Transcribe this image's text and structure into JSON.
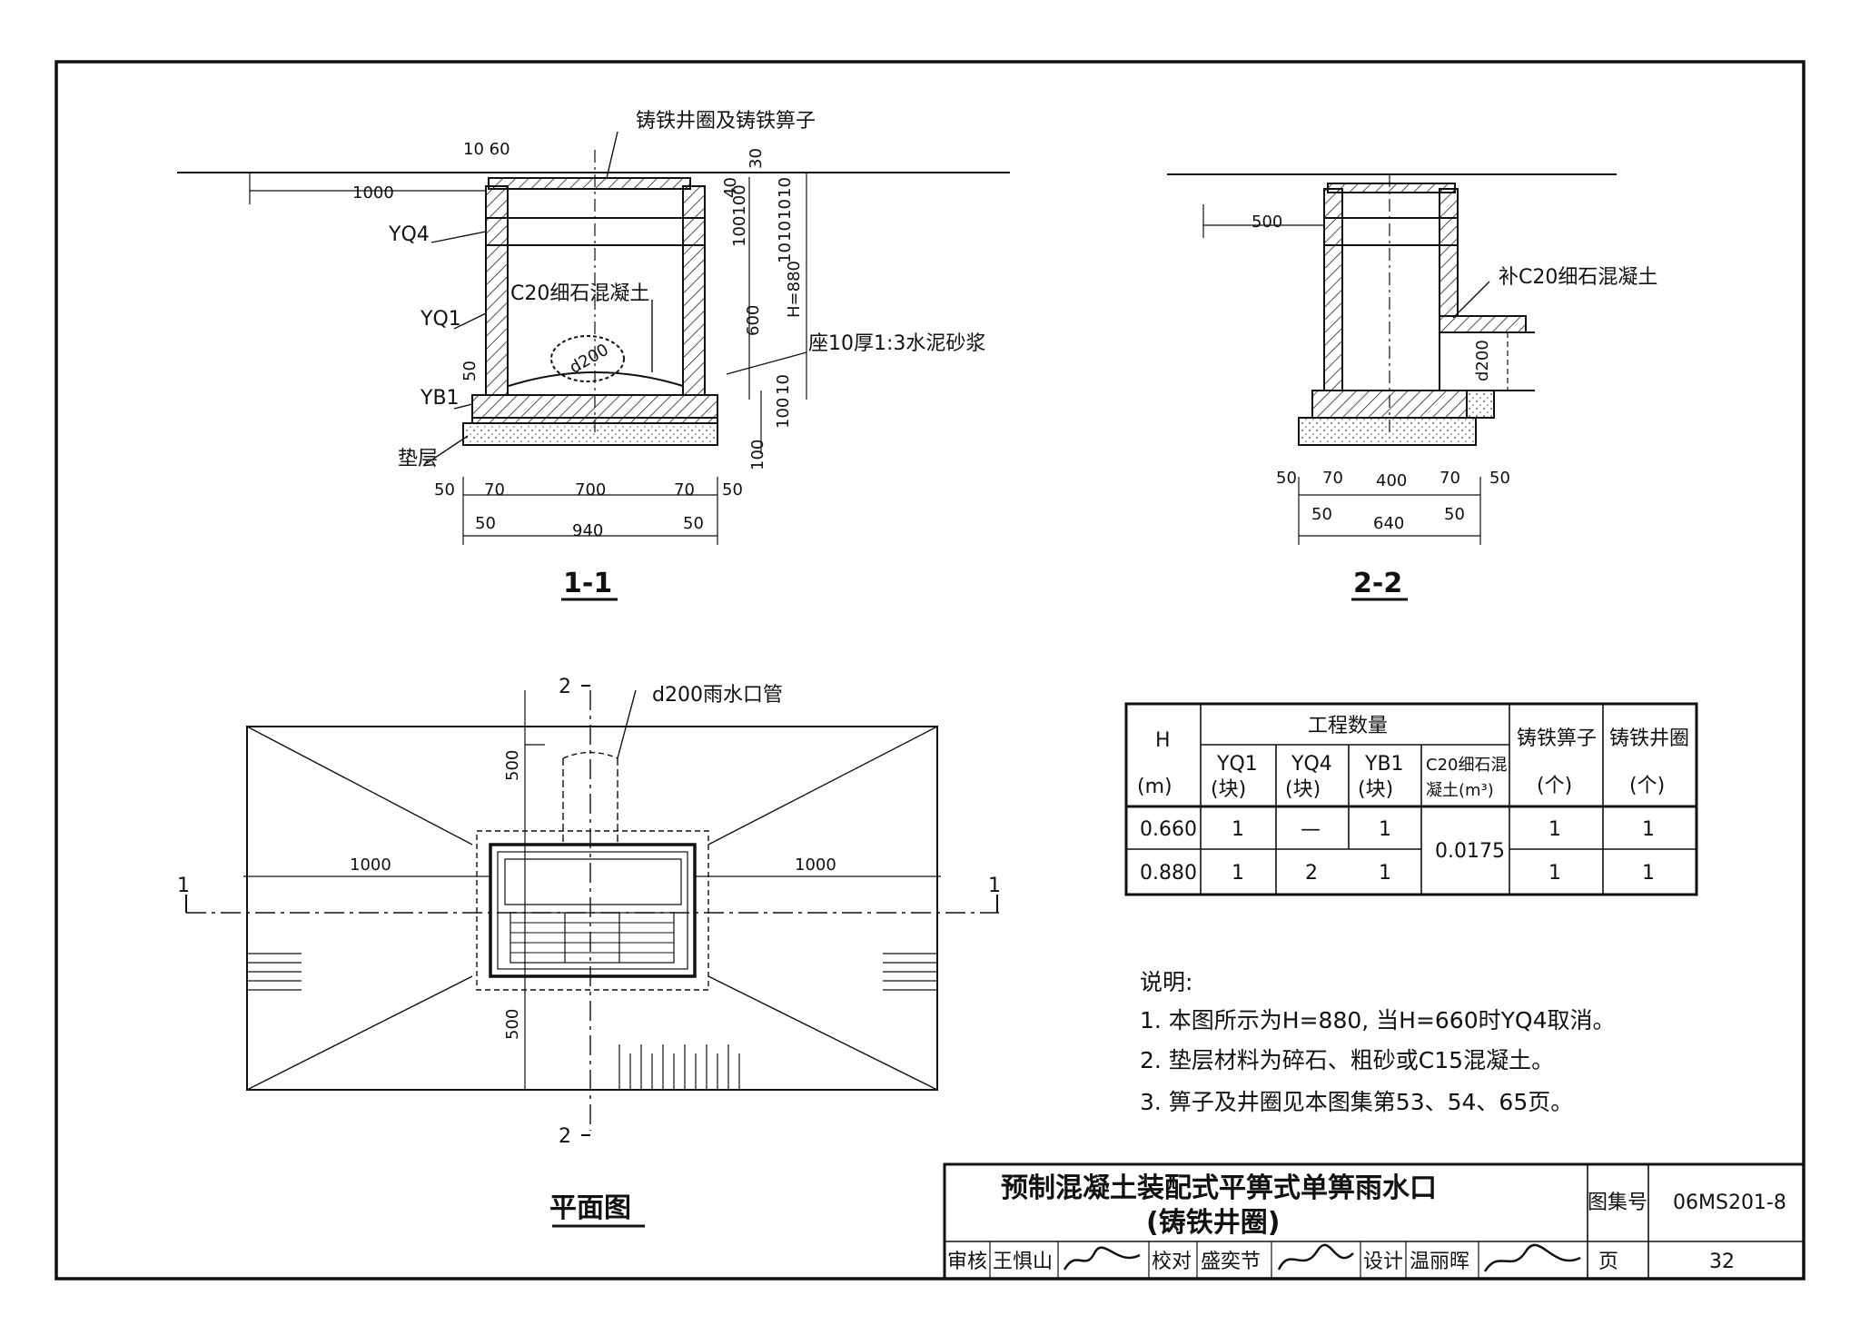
{
  "section_1_1": {
    "title": "1-1",
    "labels": {
      "top_callout": "铸铁井圈及铸铁箅子",
      "yq4": "YQ4",
      "yq1": "YQ1",
      "yb1": "YB1",
      "bedding": "垫层",
      "concrete": "C20细石混凝土",
      "pipe": "d200",
      "mortar": "座10厚1:3水泥砂浆"
    },
    "dims": {
      "d10_60": "10 60",
      "d1000": "1000",
      "d30": "30",
      "d40": "40",
      "d100_100": "100100",
      "d10a": "10",
      "d10b": "10",
      "d10c": "10",
      "d10d": "10",
      "h": "H=880",
      "d600": "600",
      "d50v": "50",
      "d10e": "10",
      "d100a": "100",
      "d100b": "100",
      "b50a": "50",
      "b70a": "70",
      "b700": "700",
      "b70b": "70",
      "b50b": "50",
      "c50a": "50",
      "c940": "940",
      "c50b": "50"
    }
  },
  "section_2_2": {
    "title": "2-2",
    "labels": {
      "concrete": "补C20细石混凝土",
      "pipe": "d200"
    },
    "dims": {
      "d500": "500",
      "b50a": "50",
      "b70a": "70",
      "b400": "400",
      "b70b": "70",
      "b50b": "50",
      "c50a": "50",
      "c640": "640",
      "c50b": "50"
    }
  },
  "plan": {
    "title": "平面图",
    "pipe_label": "d200雨水口管",
    "d500_top": "500",
    "d500_bottom": "500",
    "d1000_left": "1000",
    "d1000_right": "1000",
    "cut1_left": "1",
    "cut1_right": "1",
    "cut2_top": "2",
    "cut2_bottom": "2"
  },
  "table": {
    "h_header": "H",
    "h_unit": "(m)",
    "group_header": "工程数量",
    "cols": [
      {
        "top": "YQ1",
        "bottom": "(块)"
      },
      {
        "top": "YQ4",
        "bottom": "(块)"
      },
      {
        "top": "YB1",
        "bottom": "(块)"
      },
      {
        "top": "C20细石混",
        "bottom": "凝土(m³)"
      }
    ],
    "grate": {
      "top": "铸铁箅子",
      "bottom": "(个)"
    },
    "ring": {
      "top": "铸铁井圈",
      "bottom": "(个)"
    },
    "rows": [
      {
        "h": "0.660",
        "yq1": "1",
        "yq4": "—",
        "yb1": "1",
        "grate": "1",
        "ring": "1"
      },
      {
        "h": "0.880",
        "yq1": "1",
        "yq4": "2",
        "yb1": "1",
        "grate": "1",
        "ring": "1"
      }
    ],
    "concrete_value": "0.0175"
  },
  "notes": {
    "heading": "说明:",
    "items": [
      "1. 本图所示为H=880, 当H=660时YQ4取消。",
      "2. 垫层材料为碎石、粗砂或C15混凝土。",
      "3. 箅子及井圈见本图集第53、54、65页。"
    ]
  },
  "title_block": {
    "title_line1": "预制混凝土装配式平箅式单箅雨水口",
    "title_line2": "(铸铁井圈)",
    "atlas_label": "图集号",
    "atlas_no": "06MS201-8",
    "review_label": "审核",
    "review_name": "王惧山",
    "check_label": "校对",
    "check_name": "盛奕节",
    "design_label": "设计",
    "design_name": "温丽晖",
    "page_label": "页",
    "page_no": "32"
  }
}
